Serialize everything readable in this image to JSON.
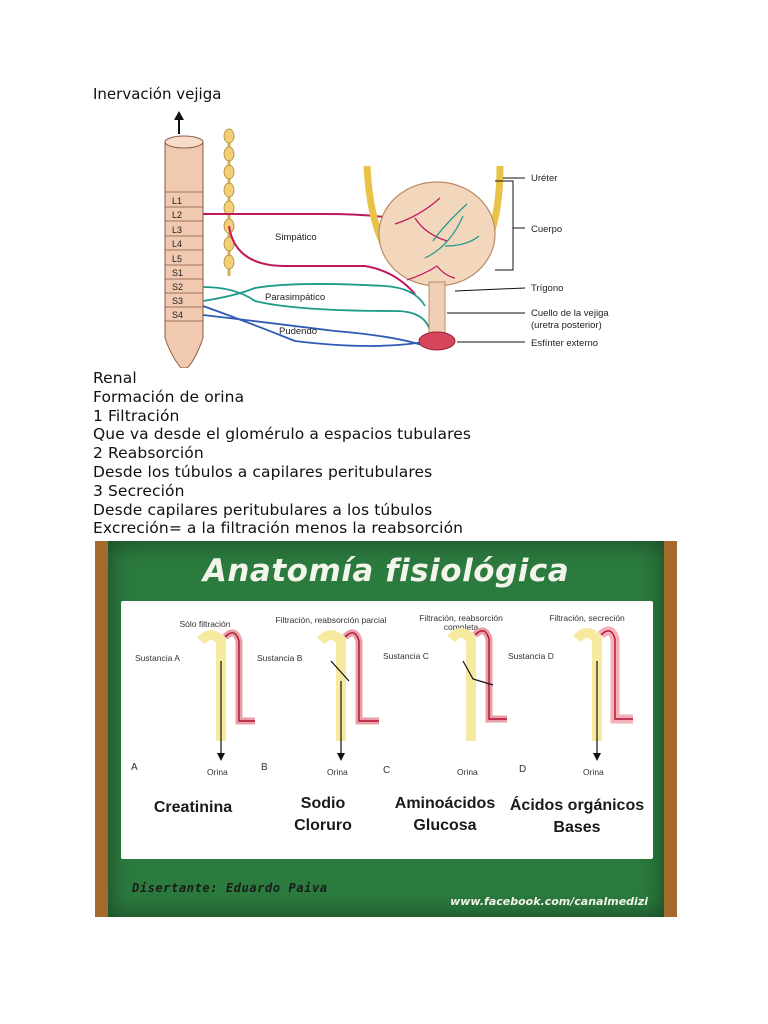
{
  "heading": "Inervación vejiga",
  "innervation_figure": {
    "segments": [
      "L1",
      "L2",
      "L3",
      "L4",
      "L5",
      "S1",
      "S2",
      "S3",
      "S4"
    ],
    "nerves": {
      "sympathetic": "Simpático",
      "parasympathetic": "Parasimpático",
      "pudendal": "Pudendo"
    },
    "labels": {
      "ureter": "Uréter",
      "body": "Cuerpo",
      "trigone": "Trígono",
      "neck_line1": "Cuello de la vejiga",
      "neck_line2": "(uretra posterior)",
      "external_sphincter": "Esfínter externo"
    },
    "colors": {
      "sympathetic": "#c2185b",
      "parasympathetic": "#1e9a8a",
      "pudendal": "#2f5bb5"
    }
  },
  "text_lines": [
    "Renal",
    "Formación de orina",
    "1 Filtración",
    "Que va desde el glomérulo a espacios tubulares",
    "2 Reabsorción",
    "Desde los túbulos a capilares peritubulares",
    "3 Secreción",
    "Desde capilares peritubulares a los túbulos",
    "Excreción= a la filtración menos la reabsorción"
  ],
  "board": {
    "title": "Anatomía fisiológica",
    "columns": [
      {
        "letter": "A",
        "title": "Sólo filtración",
        "substance": "Sustancia A",
        "outlet": "Orina",
        "example_line1": "Creatinina",
        "example_line2": ""
      },
      {
        "letter": "B",
        "title": "Filtración, reabsorción parcial",
        "substance": "Sustancia B",
        "outlet": "Orina",
        "example_line1": "Sodio",
        "example_line2": "Cloruro"
      },
      {
        "letter": "C",
        "title": "Filtración, reabsorción completa",
        "substance": "Sustancia C",
        "outlet": "Orina",
        "example_line1": "Aminoácidos",
        "example_line2": "Glucosa"
      },
      {
        "letter": "D",
        "title": "Filtración, secreción",
        "substance": "Sustancia D",
        "outlet": "Orina",
        "example_line1": "Ácidos orgánicos",
        "example_line2": "Bases"
      }
    ],
    "credit": "Disertante: Eduardo Paiva",
    "url": "www.facebook.com/canalmedizi",
    "colors": {
      "board": "#2b7a3e",
      "frame": "#a36a2c",
      "tubule": "#e8a0a8",
      "capillary": "#b01030"
    }
  }
}
